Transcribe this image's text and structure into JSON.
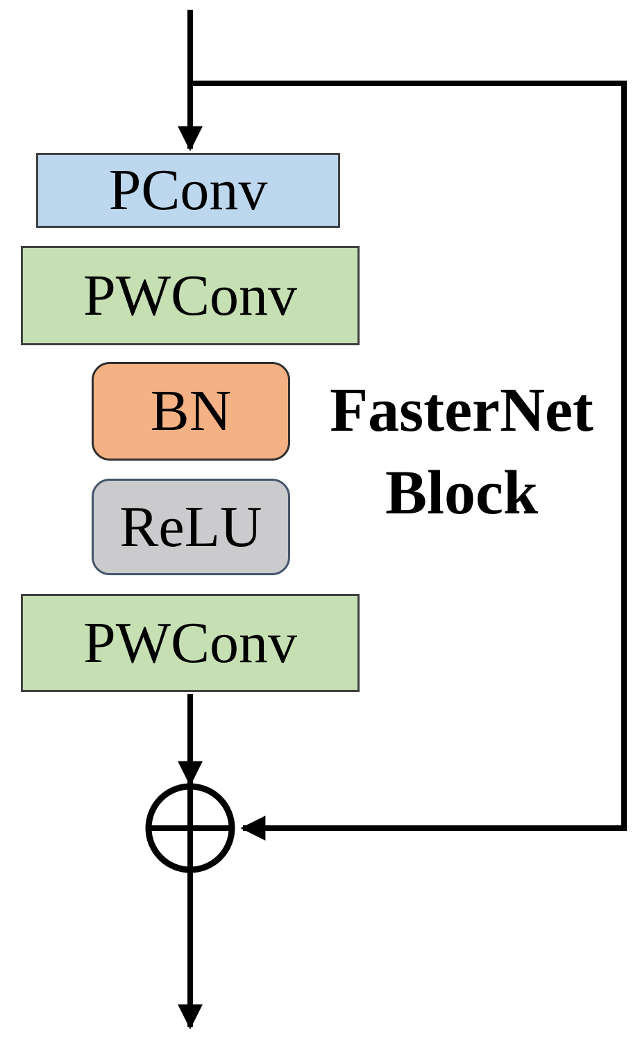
{
  "diagram": {
    "title": {
      "line1": "FasterNet",
      "line2": "Block"
    },
    "nodes": {
      "pconv": {
        "label": "PConv",
        "fill": "#bdd7ee",
        "border": "#404040",
        "shape": "rect"
      },
      "pwconv_top": {
        "label": "PWConv",
        "fill": "#c6e0b4",
        "border": "#404040",
        "shape": "rect"
      },
      "bn": {
        "label": "BN",
        "fill": "#f4b183",
        "border": "#2f2f2f",
        "shape": "rounded-rect"
      },
      "relu": {
        "label": "ReLU",
        "fill": "#cbcbce",
        "border": "#44546a",
        "shape": "rounded-rect"
      },
      "pwconv_bottom": {
        "label": "PWConv",
        "fill": "#c6e0b4",
        "border": "#404040",
        "shape": "rect"
      }
    },
    "operator": {
      "name": "circled-plus",
      "symbol": "⊕"
    },
    "colors": {
      "line": "#000000",
      "background": "#ffffff"
    }
  }
}
